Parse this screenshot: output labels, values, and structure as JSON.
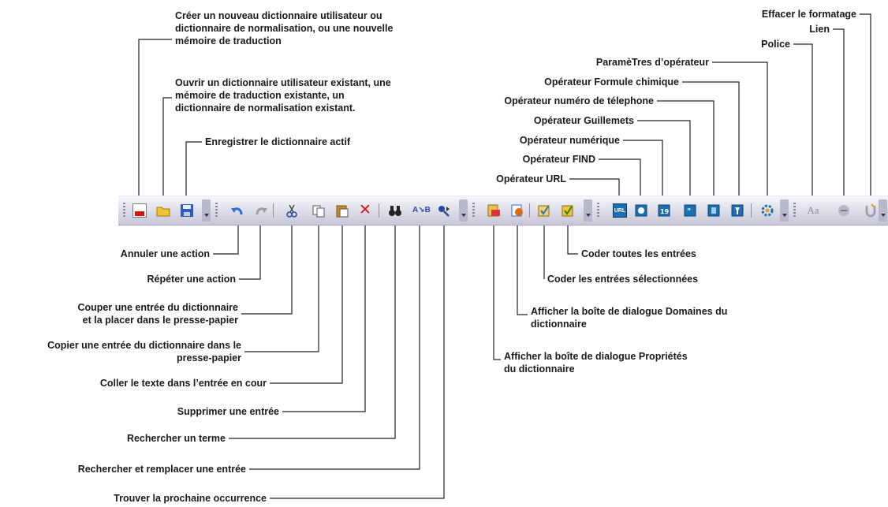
{
  "left_labels": [
    "Annuler une action",
    "Répéter une action",
    "Couper une entrée du dictionnaire\net la placer dans le presse-papier",
    "Copier une entrée du dictionnaire dans le\npresse-papier",
    "Coller le texte dans l’entrée en cour",
    "Supprimer une entrée",
    "Rechercher un terme",
    "Rechercher et remplacer une entrée",
    "Trouver la prochaine occurrence"
  ],
  "top_labels": [
    "Créer un nouveau dictionnaire utilisateur ou\ndictionnaire de normalisation, ou une nouvelle\nmémoire de traduction",
    "Ouvrir un dictionnaire utilisateur existant, une\nmémoire de traduction existante, un\ndictionnaire de normalisation existant.",
    "Enregistrer le dictionnaire actif"
  ],
  "operator_labels": [
    "ParamèTres d’opérateur",
    "Opérateur Formule chimique",
    "Opérateur numéro de télephone",
    "Opérateur Guillemets",
    "Opérateur numérique",
    "Opérateur FIND",
    "Opérateur URL"
  ],
  "format_labels": [
    "Effacer le formatage",
    "Lien",
    "Police"
  ],
  "right_labels": [
    "Coder toutes les entrées",
    "Coder les entrées sélectionnées",
    "Afficher la boîte de dialogue Domaines du\ndictionnaire",
    "Afficher la boîte de dialogue Propriétés\ndu dictionnaire"
  ],
  "icons": {
    "font_glyph": "Aa",
    "url_glyph": "URL"
  },
  "colors": {
    "toolbar_top": "#f6f6fb",
    "toolbar_bottom": "#c6c6d6",
    "delete_red": "#e01010",
    "undo_blue": "#2b6bd6",
    "operator_teal": "#1c6fb0"
  }
}
